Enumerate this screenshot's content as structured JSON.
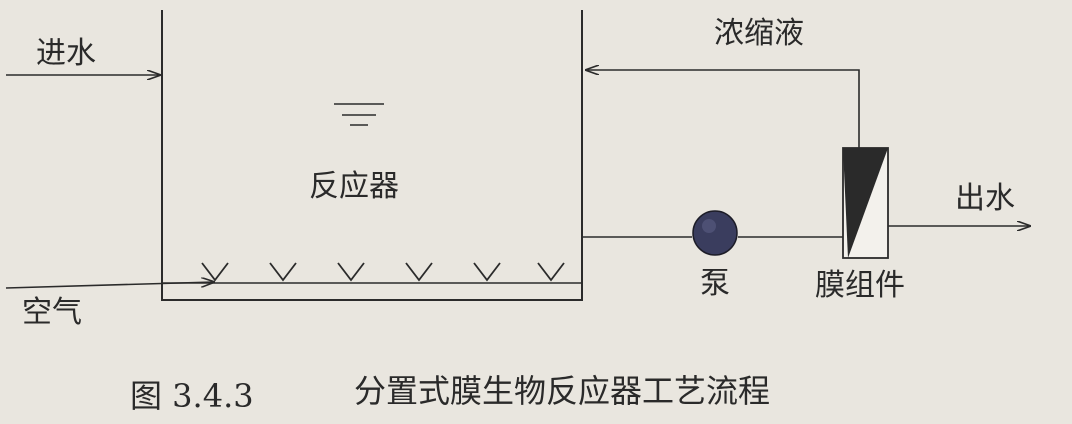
{
  "labels": {
    "influent": "进水",
    "concentrate": "浓缩液",
    "reactor": "反应器",
    "effluent": "出水",
    "air": "空气",
    "pump": "泵",
    "membrane_module": "膜组件"
  },
  "caption": {
    "figure_number": "图 3.4.3",
    "title": "分置式膜生物反应器工艺流程"
  }
}
